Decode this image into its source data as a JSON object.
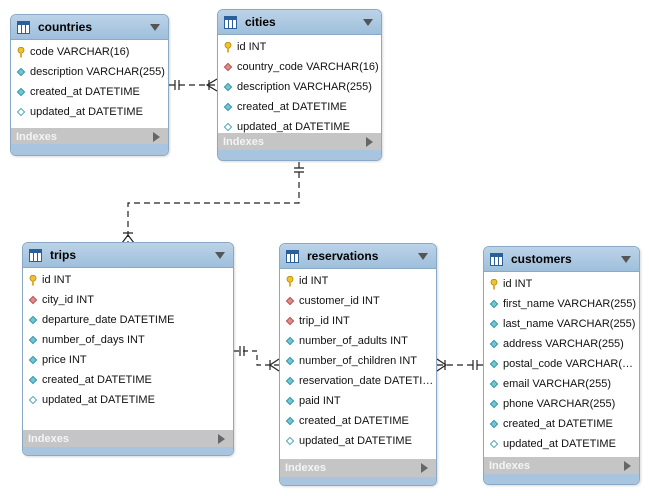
{
  "tables": [
    {
      "name": "countries",
      "indexes_label": "Indexes",
      "columns": [
        {
          "icon": "key",
          "text": "code VARCHAR(16)"
        },
        {
          "icon": "nn",
          "text": "description VARCHAR(255)"
        },
        {
          "icon": "nn",
          "text": "created_at DATETIME"
        },
        {
          "icon": "null",
          "text": "updated_at DATETIME"
        }
      ]
    },
    {
      "name": "cities",
      "indexes_label": "Indexes",
      "columns": [
        {
          "icon": "key",
          "text": "id INT"
        },
        {
          "icon": "fk",
          "text": "country_code VARCHAR(16)"
        },
        {
          "icon": "nn",
          "text": "description VARCHAR(255)"
        },
        {
          "icon": "nn",
          "text": "created_at DATETIME"
        },
        {
          "icon": "null",
          "text": "updated_at DATETIME"
        }
      ]
    },
    {
      "name": "trips",
      "indexes_label": "Indexes",
      "columns": [
        {
          "icon": "key",
          "text": "id INT"
        },
        {
          "icon": "fk",
          "text": "city_id INT"
        },
        {
          "icon": "nn",
          "text": "departure_date DATETIME"
        },
        {
          "icon": "nn",
          "text": "number_of_days INT"
        },
        {
          "icon": "nn",
          "text": "price INT"
        },
        {
          "icon": "nn",
          "text": "created_at DATETIME"
        },
        {
          "icon": "null",
          "text": "updated_at DATETIME"
        }
      ]
    },
    {
      "name": "reservations",
      "indexes_label": "Indexes",
      "columns": [
        {
          "icon": "key",
          "text": "id INT"
        },
        {
          "icon": "fk",
          "text": "customer_id INT"
        },
        {
          "icon": "fk",
          "text": "trip_id INT"
        },
        {
          "icon": "nn",
          "text": "number_of_adults INT"
        },
        {
          "icon": "nn",
          "text": "number_of_children INT"
        },
        {
          "icon": "nn",
          "text": "reservation_date DATETI…"
        },
        {
          "icon": "nn",
          "text": "paid INT"
        },
        {
          "icon": "nn",
          "text": "created_at DATETIME"
        },
        {
          "icon": "null",
          "text": "updated_at DATETIME"
        }
      ]
    },
    {
      "name": "customers",
      "indexes_label": "Indexes",
      "columns": [
        {
          "icon": "key",
          "text": "id INT"
        },
        {
          "icon": "nn",
          "text": "first_name VARCHAR(255)"
        },
        {
          "icon": "nn",
          "text": "last_name VARCHAR(255)"
        },
        {
          "icon": "nn",
          "text": "address VARCHAR(255)"
        },
        {
          "icon": "nn",
          "text": "postal_code VARCHAR(…"
        },
        {
          "icon": "nn",
          "text": "email VARCHAR(255)"
        },
        {
          "icon": "nn",
          "text": "phone VARCHAR(255)"
        },
        {
          "icon": "nn",
          "text": "created_at DATETIME"
        },
        {
          "icon": "null",
          "text": "updated_at DATETIME"
        }
      ]
    }
  ],
  "relationships": [
    {
      "from": "countries",
      "to": "cities",
      "style": "one-to-many"
    },
    {
      "from": "cities",
      "to": "trips",
      "style": "one-to-many"
    },
    {
      "from": "trips",
      "to": "reservations",
      "style": "one-to-many"
    },
    {
      "from": "customers",
      "to": "reservations",
      "style": "one-to-many"
    }
  ],
  "colors": {
    "header": "#9fbfdc",
    "border": "#8aa9c7",
    "indexes_bar": "#c5c5c5",
    "key_icon": "#f2c12e",
    "not_null_icon": "#6fc7d6",
    "foreign_key_icon": "#e08a8a"
  }
}
